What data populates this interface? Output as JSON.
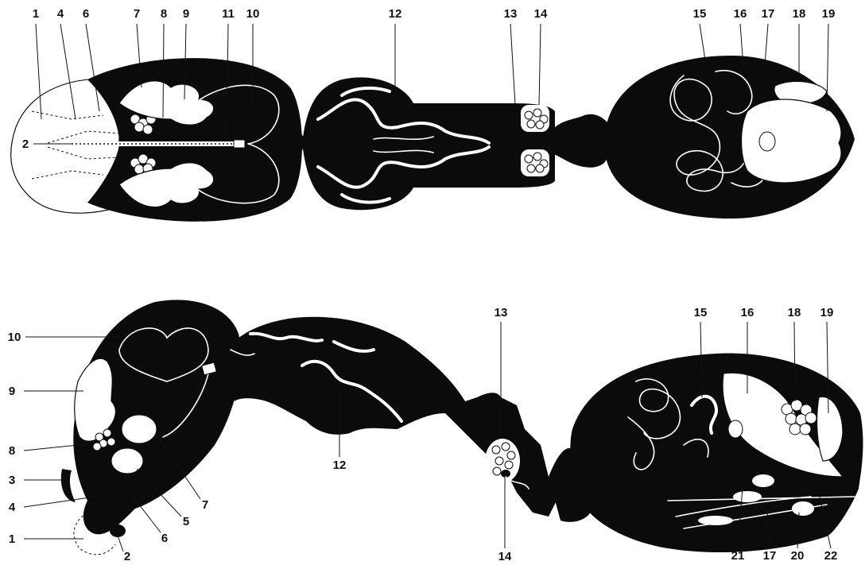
{
  "top_view": {
    "labels": [
      "1",
      "4",
      "6",
      "7",
      "8",
      "9",
      "11",
      "10",
      "12",
      "13",
      "14",
      "15",
      "16",
      "17",
      "18",
      "19"
    ],
    "side_label": "2"
  },
  "side_view": {
    "left_labels": [
      "10",
      "9",
      "8",
      "3",
      "4",
      "1"
    ],
    "inner_labels": [
      "7",
      "5",
      "6",
      "2",
      "12"
    ],
    "petiole_labels": [
      "13",
      "14"
    ],
    "gaster_top_labels": [
      "15",
      "16",
      "18",
      "19"
    ],
    "gaster_bottom_labels": [
      "21",
      "17",
      "20",
      "22"
    ]
  }
}
